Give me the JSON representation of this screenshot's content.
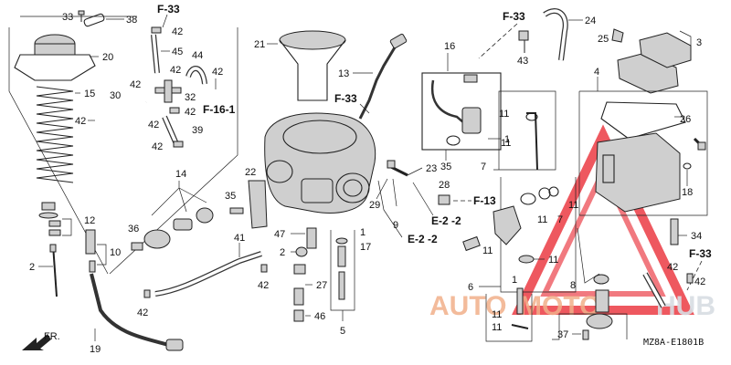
{
  "diagram_code": "MZ8A-E1801B",
  "watermark": {
    "left": "AUTO",
    "mid": "MOTO",
    "right": "HUB",
    "left_color": "#f29a5e",
    "right_color": "#c9d1da",
    "triangle_color": "#e8202a"
  },
  "refs": {
    "f33": "F-33",
    "f161": "F-16-1",
    "f13": "F-13",
    "e22": "E-2 -2",
    "e22b": "E-2 -2"
  },
  "fr_label": "FR.",
  "labels": {
    "p1": "1",
    "p1b": "1",
    "p1c": "1",
    "p2": "2",
    "p2b": "2",
    "p3": "3",
    "p4": "4",
    "p5": "5",
    "p6": "6",
    "p7": "7",
    "p7b": "7",
    "p8": "8",
    "p9": "9",
    "p10": "10",
    "p11a": "11",
    "p11b": "11",
    "p11c": "11",
    "p11d": "11",
    "p11e": "11",
    "p11f": "11",
    "p11g": "11",
    "p11h": "11",
    "p12": "12",
    "p13": "13",
    "p14": "14",
    "p15": "15",
    "p16": "16",
    "p17": "17",
    "p18": "18",
    "p19": "19",
    "p20": "20",
    "p21": "21",
    "p22": "22",
    "p23": "23",
    "p24": "24",
    "p25": "25",
    "p26": "26",
    "p27": "27",
    "p28": "28",
    "p29": "29",
    "p30": "30",
    "p32": "32",
    "p33": "33",
    "p34": "34",
    "p35": "35",
    "p35b": "35",
    "p36": "36",
    "p37": "37",
    "p38": "38",
    "p39": "39",
    "p41": "41",
    "p42a": "42",
    "p42b": "42",
    "p42c": "42",
    "p42d": "42",
    "p42e": "42",
    "p42f": "42",
    "p42g": "42",
    "p42h": "42",
    "p42i": "42",
    "p42j": "42",
    "p43": "43",
    "p44": "44",
    "p45": "45",
    "p46": "46",
    "p47": "47"
  }
}
